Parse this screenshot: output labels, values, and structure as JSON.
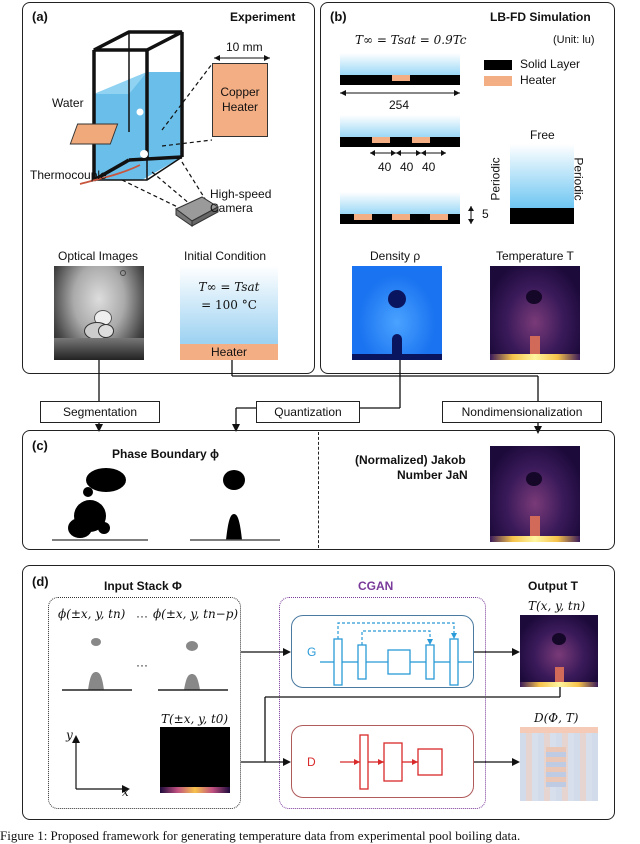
{
  "panel_a": {
    "label": "(a)",
    "title": "Experiment",
    "dimension": "10 mm",
    "heater_label": "Copper Heater",
    "water_label": "Water",
    "thermocouple_label": "Thermocouple",
    "camera_label": "High-speed Camera",
    "optical_label": "Optical Images",
    "initial_label": "Initial Condition",
    "initial_eq_1": "T∞ = Tsat",
    "initial_eq_2": "= 100 °C",
    "initial_heater": "Heater"
  },
  "panel_b": {
    "label": "(b)",
    "title": "LB-FD Simulation",
    "unit": "(Unit: lu)",
    "condition": "T∞ = Tsat = 0.9Tc",
    "legend_solid": "Solid Layer",
    "legend_heater": "Heater",
    "width_value": "254",
    "spacing_1": "40",
    "spacing_2": "40",
    "spacing_3": "40",
    "height_value": "5",
    "free_label": "Free",
    "periodic_left": "Periodic",
    "periodic_right": "Periodic",
    "density_label": "Density ρ",
    "temperature_label": "Temperature T"
  },
  "flow": {
    "segmentation": "Segmentation",
    "quantization": "Quantization",
    "nondimensionalization": "Nondimensionalization"
  },
  "panel_c": {
    "label": "(c)",
    "phase_title": "Phase Boundary ϕ",
    "jakob_title_1": "(Normalized) Jakob",
    "jakob_title_2": "Number JaN"
  },
  "panel_d": {
    "label": "(d)",
    "input_title": "Input Stack Φ",
    "cgan_title": "CGAN",
    "output_title": "Output T",
    "phi_t": "ϕ(±x, y, tn)",
    "dots_top": "···",
    "phi_tp": "ϕ(±x, y, tn−p)",
    "dots_mid": "···",
    "t0_label": "T(±x, y, t0)",
    "axis_y": "y",
    "axis_x": "x",
    "g_label": "G",
    "d_label": "D",
    "out_t_label": "T(x, y, tn)",
    "out_d_label": "D(Φ, T)"
  },
  "caption": "Figure 1: Proposed framework for generating temperature data from experimental pool boiling data."
}
